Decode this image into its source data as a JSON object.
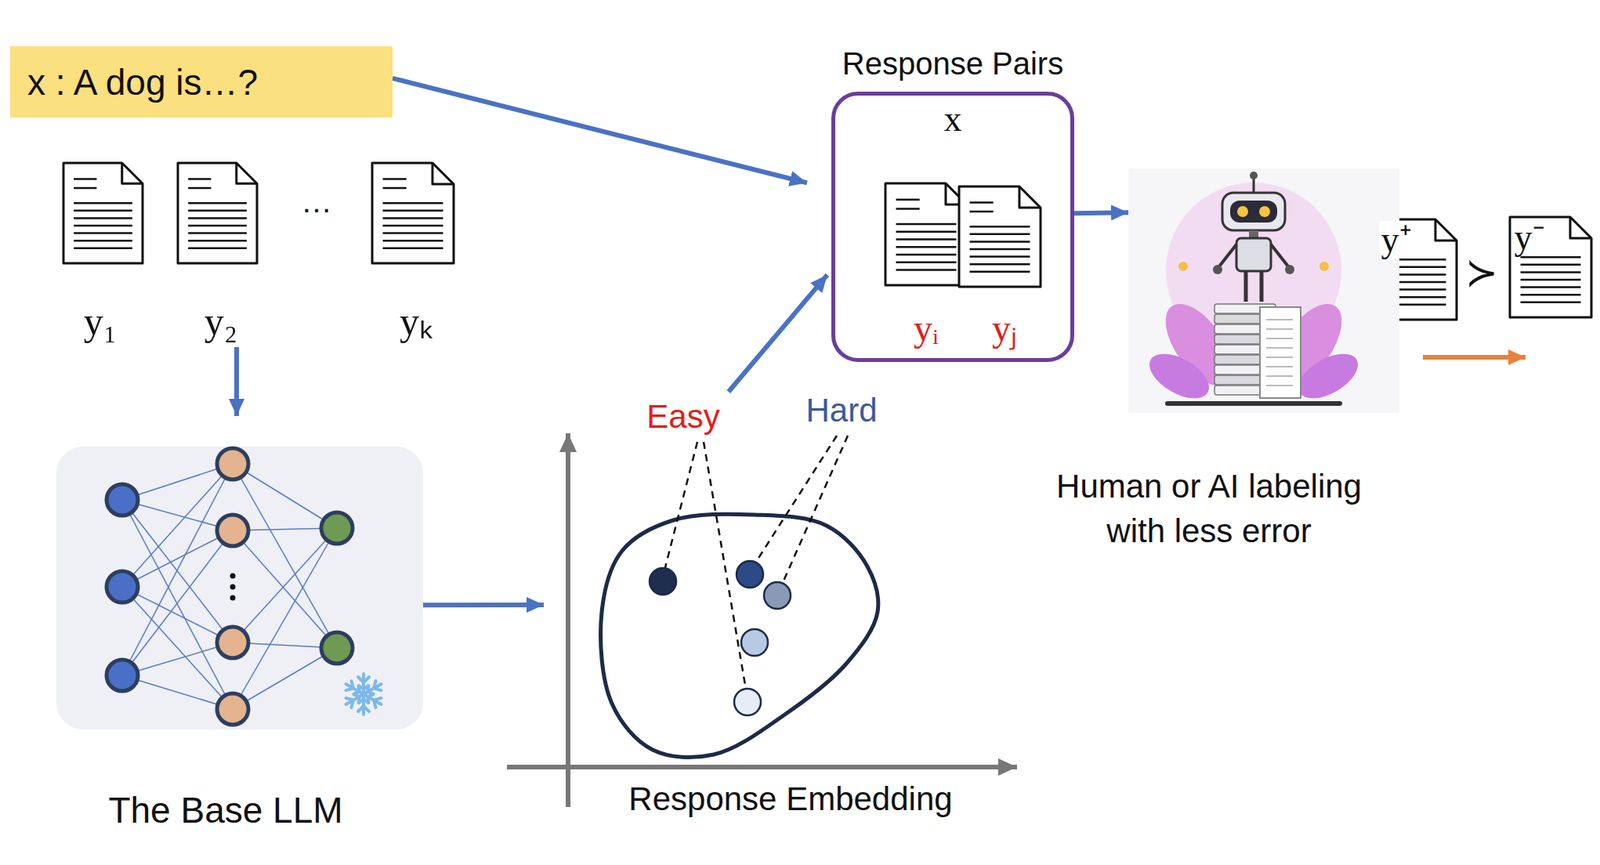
{
  "diagram": {
    "nodes": [
      {
        "text": [
          "x : A dog is…?"
        ]
      },
      {
        "text": [
          "Response Pairs",
          "x",
          "yᵢ",
          "yⱼ"
        ]
      },
      {
        "text": [
          "Human or AI labeling with less error"
        ]
      },
      {
        "text": [
          "The Base LLM"
        ]
      },
      {
        "text": [
          "Easy",
          "Hard",
          "Response Embedding"
        ]
      }
    ],
    "edges": [
      {
        "from": 0,
        "to": 1,
        "arrow": "to"
      },
      {
        "from": 1,
        "to": 2,
        "arrow": "to"
      },
      {
        "from": 3,
        "to": 4,
        "arrow": "to"
      },
      {
        "from": 4,
        "to": 1,
        "arrow": "to"
      }
    ],
    "labels": [
      "y₁",
      "y₂",
      "…",
      "yₖ",
      "y⁺",
      "≻",
      "y⁻"
    ]
  }
}
